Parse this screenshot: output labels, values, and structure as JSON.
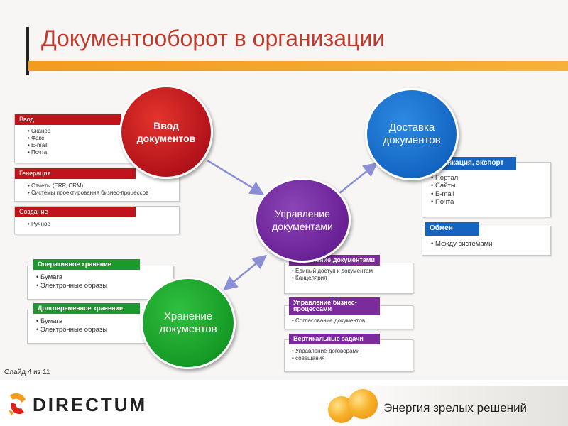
{
  "title": "Документооборот в организации",
  "slide_label": "Слайд 4 из 11",
  "logo_text": "DIRECTUM",
  "slogan": "Энергия зрелых решений",
  "colors": {
    "accent_red": "#c0141c",
    "accent_green": "#1a9a2b",
    "accent_purple": "#7b2b9b",
    "accent_blue": "#1565c0",
    "title": "#c0392b",
    "bar": "#f29c1f"
  },
  "circles": {
    "input": "Ввод документов",
    "management": "Управление документами",
    "storage": "Хранение документов",
    "delivery": "Доставка документов"
  },
  "input_groups": [
    {
      "header": "Ввод",
      "items": [
        "Сканер",
        "Факс",
        "E-mail",
        "Почта"
      ]
    },
    {
      "header": "Генерация",
      "items": [
        "Отчеты (ERP, CRM)",
        "Системы проектирования бизнес-процессов"
      ]
    },
    {
      "header": "Создание",
      "items": [
        "Ручное"
      ]
    }
  ],
  "storage_groups": [
    {
      "header": "Оперативное хранение",
      "items": [
        "Бумага",
        "Электронные образы"
      ]
    },
    {
      "header": "Долговременное хранение",
      "items": [
        "Бумага",
        "Электронные образы"
      ]
    }
  ],
  "management_groups": [
    {
      "header": "Управление документами",
      "items": [
        "Единый доступ к документам",
        "Канцелярия"
      ]
    },
    {
      "header": "Управление бизнес-процессами",
      "items": [
        "Согласование документов"
      ]
    },
    {
      "header": "Вертикальные задачи",
      "items": [
        "Управление договорами",
        "совещания"
      ]
    }
  ],
  "delivery_groups": [
    {
      "header": "Публикация, экспорт",
      "items": [
        "Портал",
        "Сайты",
        "E-mail",
        "Почта"
      ]
    },
    {
      "header": "Обмен",
      "items": [
        "Между системами"
      ]
    }
  ],
  "icons": {
    "logo": "directum-logo-icon",
    "orange": "orange-fruit-icon"
  }
}
